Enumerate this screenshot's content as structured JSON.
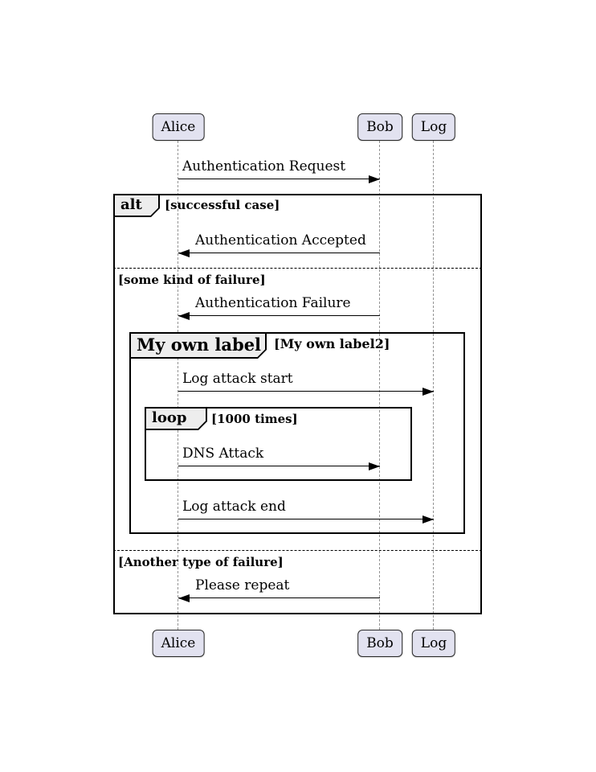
{
  "diagram": {
    "kind": "uml-sequence-diagram"
  },
  "colors": {
    "background": "#FFFFFF",
    "participant_fill": "#E2E2F0",
    "participant_border": "#2A2A2A",
    "fragment_tab_fill": "#EDEDED",
    "frame_border": "#000000",
    "lifeline": "#949494",
    "text": "#000000"
  },
  "participants": [
    {
      "name": "Alice"
    },
    {
      "name": "Bob"
    },
    {
      "name": "Log"
    }
  ],
  "messages": [
    {
      "text": "Authentication Request",
      "from": "Alice",
      "to": "Bob"
    },
    {
      "text": "Authentication Accepted",
      "from": "Bob",
      "to": "Alice"
    },
    {
      "text": "Authentication Failure",
      "from": "Bob",
      "to": "Alice"
    },
    {
      "text": "Log attack start",
      "from": "Alice",
      "to": "Log"
    },
    {
      "text": "DNS Attack",
      "from": "Alice",
      "to": "Bob"
    },
    {
      "text": "Log attack end",
      "from": "Alice",
      "to": "Log"
    },
    {
      "text": "Please repeat",
      "from": "Bob",
      "to": "Alice"
    }
  ],
  "combined_fragments": {
    "alt": {
      "operator": "alt",
      "sections": [
        {
          "guard": "[successful case]"
        },
        {
          "guard": "[some kind of failure]"
        },
        {
          "guard": "[Another type of failure]"
        }
      ]
    },
    "group": {
      "operator": "My own label",
      "guard": "[My own label2]"
    },
    "loop": {
      "operator": "loop",
      "guard": "[1000 times]"
    }
  }
}
